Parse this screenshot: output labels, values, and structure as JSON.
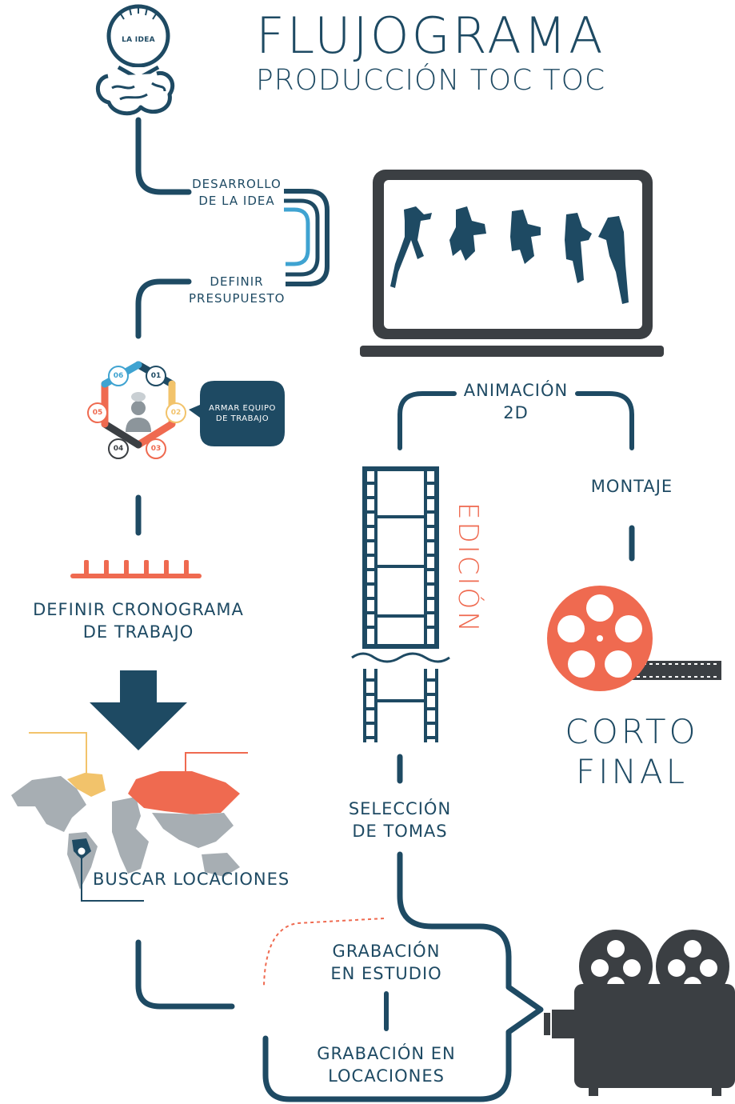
{
  "header": {
    "title": "FLUJOGRAMA",
    "subtitle": "PRODUCCIÓN TOC TOC"
  },
  "idea": {
    "label": "LA IDEA"
  },
  "steps": {
    "desarrollo": [
      "DESARROLLO",
      "DE LA IDEA"
    ],
    "presupuesto": [
      "DEFINIR",
      "PRESUPUESTO"
    ],
    "equipo": [
      "ARMAR EQUIPO",
      "DE TRABAJO"
    ],
    "cronograma": [
      "DEFINIR CRONOGRAMA",
      "DE TRABAJO"
    ],
    "locaciones": "BUSCAR LOCACIONES",
    "grab_estudio": [
      "GRABACIÓN",
      "EN ESTUDIO"
    ],
    "grab_locaciones": [
      "GRABACIÓN EN",
      "LOCACIONES"
    ],
    "seleccion": [
      "SELECCIÓN",
      "DE TOMAS"
    ],
    "edicion": "EDICIÓN",
    "animacion": [
      "ANIMACIÓN",
      "2D"
    ],
    "montaje": "MONTAJE",
    "corto": [
      "CORTO",
      "FINAL"
    ]
  },
  "team_cycle": [
    "01",
    "02",
    "03",
    "04",
    "05",
    "06"
  ],
  "colors": {
    "navy": "#1e4a63",
    "blue": "#3fa3d1",
    "coral": "#ef6a50",
    "yellow": "#f2c36b",
    "gray": "#a7aeb3",
    "dark": "#3b3f43"
  }
}
